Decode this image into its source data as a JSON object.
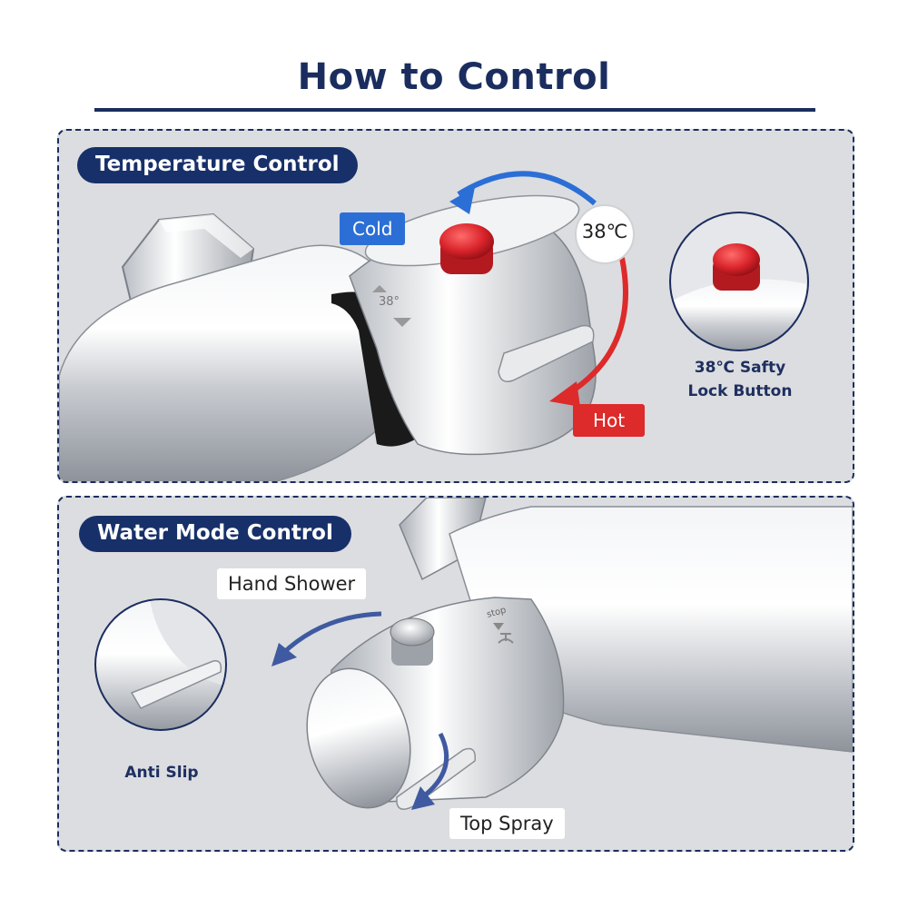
{
  "title": "How to Control",
  "temperature": {
    "tag": "Temperature Control",
    "cold": "Cold",
    "hot": "Hot",
    "temp_badge": "38℃",
    "knob_mark": "38°",
    "lock_note_line1": "38℃ Safty",
    "lock_note_line2": "Lock Button"
  },
  "water_mode": {
    "tag": "Water Mode Control",
    "hand_shower": "Hand Shower",
    "top_spray": "Top Spray",
    "anti_slip": "Anti Slip",
    "stop_mark": "stop"
  },
  "colors": {
    "navy": "#1b2d5e",
    "cold_blue": "#2b6fd6",
    "hot_red": "#dd2a2a",
    "panel_bg": "#dcdde0"
  }
}
